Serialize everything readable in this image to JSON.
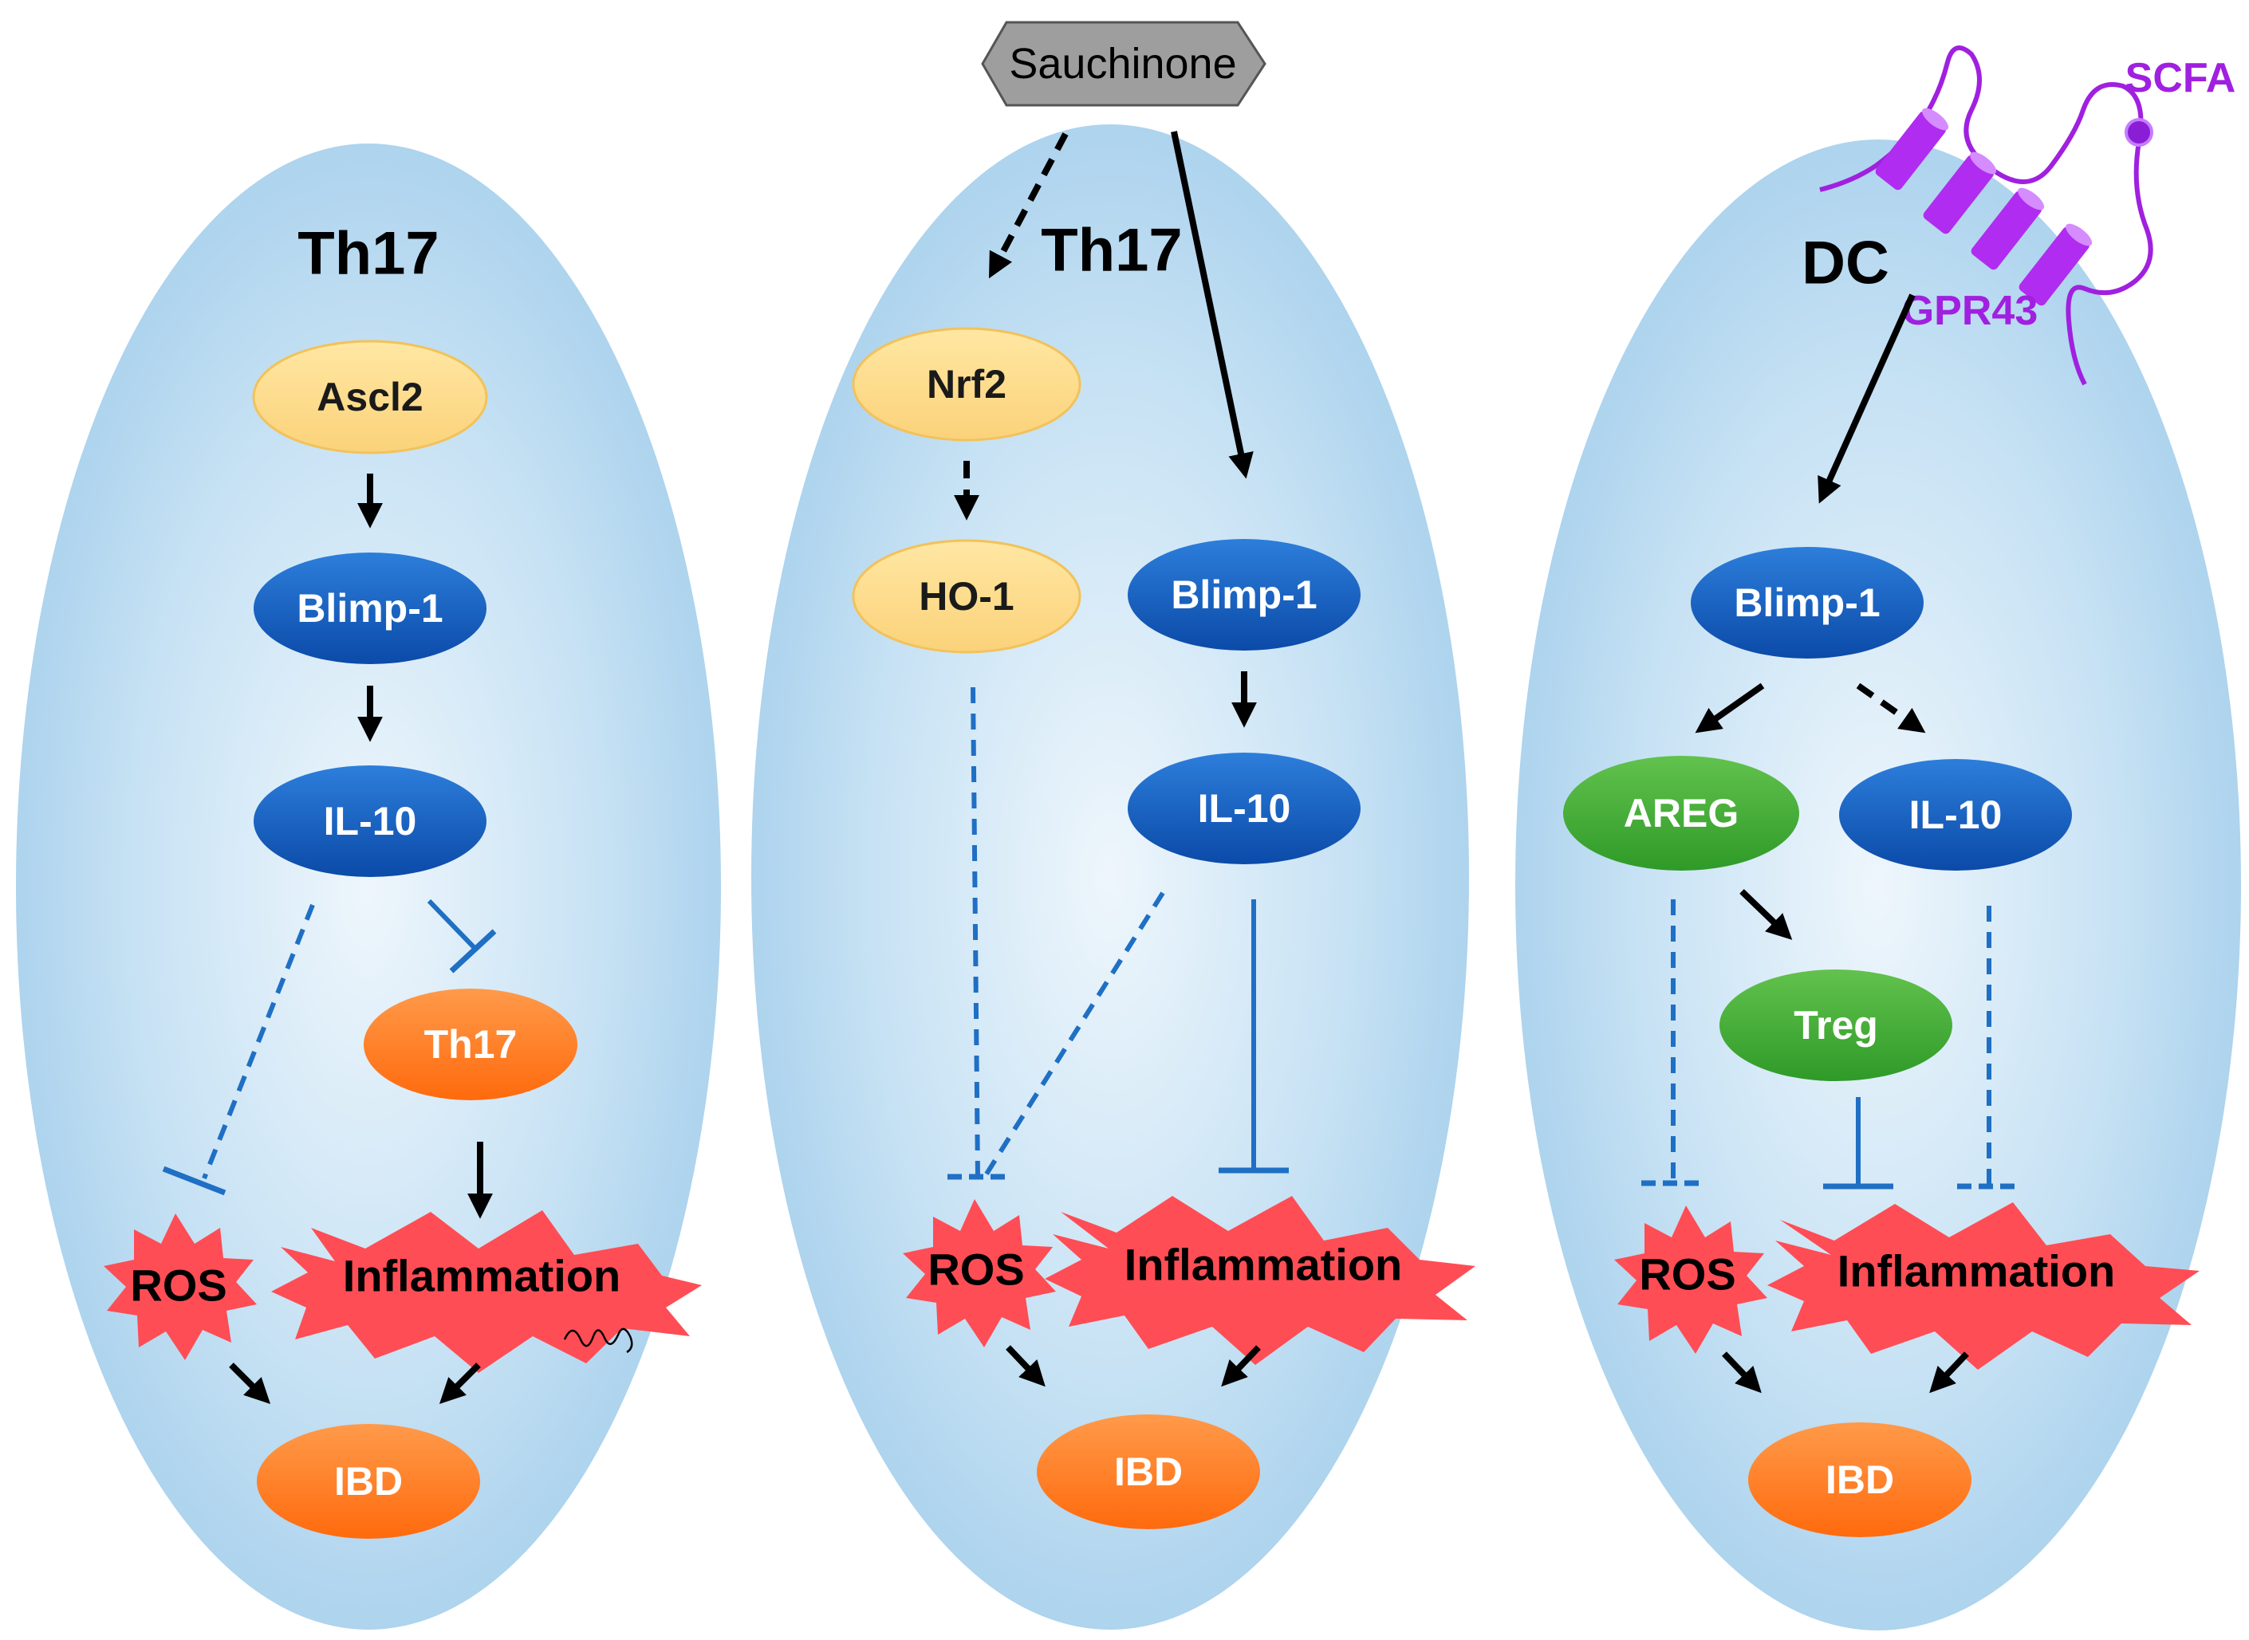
{
  "stimulus": {
    "label": "Sauchinone"
  },
  "receptor": {
    "ligand": "SCFA",
    "name": "GPR43"
  },
  "panels": [
    {
      "cell": "Th17",
      "upstream": "Ascl2",
      "nodes": [
        "Blimp-1",
        "IL-10",
        "Th17"
      ],
      "outcomes": {
        "ros": "ROS",
        "inflammation": "Inflammation",
        "disease": "IBD"
      }
    },
    {
      "cell": "Th17",
      "nodes": [
        "Nrf2",
        "HO-1",
        "Blimp-1",
        "IL-10"
      ],
      "outcomes": {
        "ros": "ROS",
        "inflammation": "Inflammation",
        "disease": "IBD"
      }
    },
    {
      "cell": "DC",
      "nodes": [
        "Blimp-1",
        "AREG",
        "IL-10",
        "Treg"
      ],
      "outcomes": {
        "ros": "ROS",
        "inflammation": "Inflammation",
        "disease": "IBD"
      }
    }
  ],
  "colors": {
    "cell_fill_center": "#e8f3fb",
    "cell_fill_edge": "#a9d1ee",
    "blue_node_top": "#2f7fd8",
    "blue_node_bottom": "#0a4fb0",
    "yellow_node": "#fddc85",
    "orange_node": "#ff7a1f",
    "green_node": "#4cae3a",
    "burst_red": "#ff4d55",
    "inhibit_blue": "#1f6fc4",
    "receptor_purple": "#a020e0"
  }
}
